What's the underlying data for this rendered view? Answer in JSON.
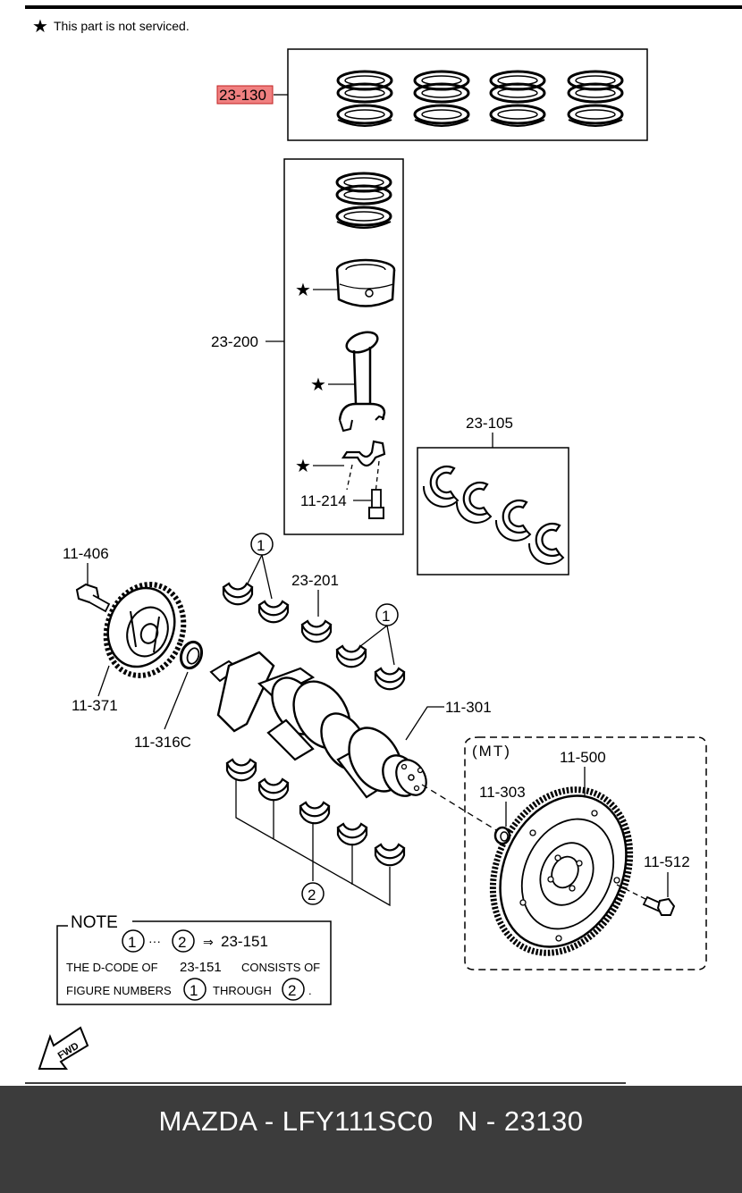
{
  "legend": {
    "star_glyph": "★",
    "note_text": "This part is not serviced."
  },
  "highlight_color": "#f08080",
  "labels": {
    "ring_set": "23-130",
    "piston_assy": "23-200",
    "nut": "11-214",
    "thrust_bearing_set": "23-105",
    "bolt": "11-406",
    "pulley": "11-371",
    "oil_seal": "11-316C",
    "bearing_upper": "23-201",
    "crankshaft": "11-301",
    "mt_flywheel": "11-500",
    "pilot_bearing": "11-303",
    "flywheel_bolt": "11-512",
    "mt_caption": "(MT)"
  },
  "callouts": {
    "one": "1",
    "two": "2"
  },
  "note_box": {
    "heading": "NOTE",
    "from": "1",
    "ellipsis": "···",
    "to": "2",
    "arrow": "⇒",
    "result": "23-151",
    "line2_a": "THE D-CODE OF",
    "line2_b": "23-151",
    "line2_c": "CONSISTS OF",
    "line3_a": "FIGURE NUMBERS",
    "line3_n1": "1",
    "line3_b": "THROUGH",
    "line3_n2": "2",
    "line3_end": "."
  },
  "fwd_label": "FWD",
  "footer": {
    "title": "MAZDA - LFY111SC0   N - 23130"
  }
}
